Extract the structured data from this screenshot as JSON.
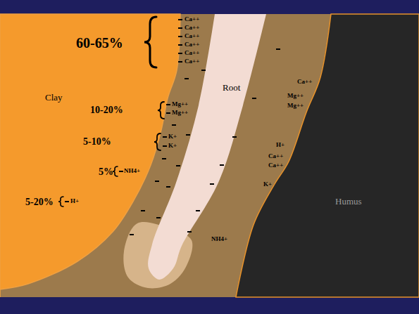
{
  "diagram": {
    "nodes": [
      {
        "text": [
          "Clay"
        ]
      },
      {
        "text": [
          "Root"
        ]
      },
      {
        "text": [
          "Humus"
        ]
      }
    ],
    "labels": [
      "60-65%",
      "Ca++",
      "Ca++",
      "Ca++",
      "Ca++",
      "Ca++",
      "Ca++",
      "10-20%",
      "Mg++",
      "Mg++",
      "5-10%",
      "K+",
      "K+",
      "5%",
      "NH4+",
      "5-20%",
      "H+",
      "Ca++",
      "Mg++",
      "Mg++",
      "H+",
      "Ca++",
      "Ca++",
      "K+",
      "NH4+"
    ]
  }
}
